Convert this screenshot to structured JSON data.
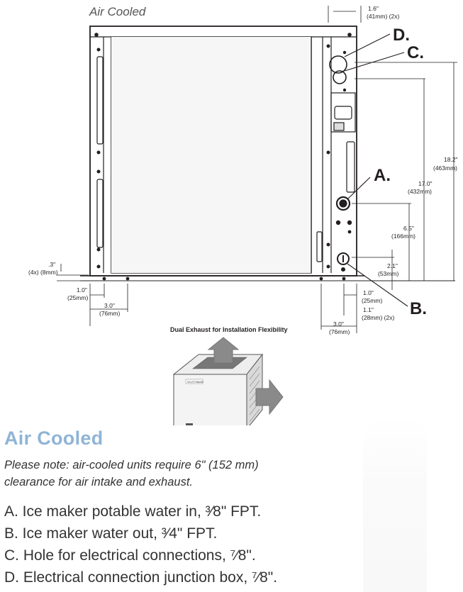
{
  "diagram": {
    "title": "Air Cooled",
    "callouts": {
      "a": "A.",
      "b": "B.",
      "c": "C.",
      "d": "D."
    },
    "dims": {
      "top_in": "1.6\"",
      "top_mm": "(41mm) (2x)",
      "h182_in": "18.2\"",
      "h182_mm": "(463mm)",
      "h170_in": "17.0\"",
      "h170_mm": "(432mm)",
      "h65_in": "6.5\"",
      "h65_mm": "(166mm)",
      "h21_in": "2.1\"",
      "h21_mm": "(53mm)",
      "foot_in": ".3\"",
      "foot_mm": "(4x) (8mm)",
      "l10_in": "1.0\"",
      "l10_mm": "(25mm)",
      "l30_in": "3.0\"",
      "l30_mm": "(76mm)",
      "r10_in": "1.0\"",
      "r10_mm": "(25mm)",
      "r11_in": "1.1\"",
      "r11_mm": "(28mm) (2x)",
      "r30_in": "3.0\"",
      "r30_mm": "(76mm)"
    },
    "exhaust_label": "Dual Exhaust for Installation Flexibility",
    "unit_badge": "SCOTSMAN"
  },
  "section": {
    "heading": "Air Cooled",
    "note": "Please note: air-cooled units require 6\" (152 mm) clearance for air intake and exhaust.",
    "legend": [
      "A. Ice maker potable water in, ³⁄8\" FPT.",
      "B. Ice maker water out, ³⁄4\" FPT.",
      "C. Hole for electrical connections, ⁷⁄8\".",
      "D. Electrical connection junction box, ⁷⁄8\"."
    ]
  },
  "colors": {
    "heading": "#8fb4d6",
    "line": "#231f20",
    "arrow": "#8a8a8a"
  }
}
